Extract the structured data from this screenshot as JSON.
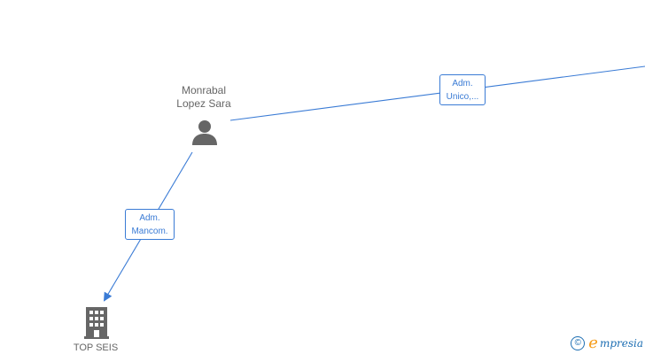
{
  "nodes": {
    "person": {
      "name_line1": "Monrabal",
      "name_line2": "Lopez Sara",
      "icon": "person-icon"
    },
    "company": {
      "name": "TOP SEIS",
      "icon": "building-icon"
    }
  },
  "edges": {
    "to_right": {
      "label_line1": "Adm.",
      "label_line2": "Unico,..."
    },
    "to_company": {
      "label_line1": "Adm.",
      "label_line2": "Mancom."
    }
  },
  "branding": {
    "copyright_symbol": "©",
    "logo_initial": "e",
    "logo_rest": "mpresia"
  },
  "colors": {
    "edge": "#3a7bd5",
    "node_icon": "#666666",
    "label_text": "#666666",
    "brand_blue": "#1e6fb3",
    "brand_orange": "#f59c1a"
  }
}
